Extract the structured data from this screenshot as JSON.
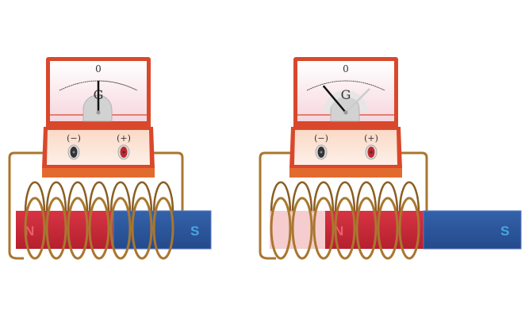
{
  "panels": [
    {
      "meter": {
        "zero_label": "0",
        "g_label": "G",
        "neg_label": "(−)",
        "pos_label": "(+)",
        "needle_deflection_deg": 0
      },
      "magnet": {
        "north_label": "N",
        "south_label": "S",
        "ghost": false
      }
    },
    {
      "meter": {
        "zero_label": "0",
        "g_label": "G",
        "neg_label": "(−)",
        "pos_label": "(+)",
        "needle_deflection_deg": -40
      },
      "magnet": {
        "north_label": "N",
        "south_label": "S",
        "ghost": true
      }
    }
  ],
  "colors": {
    "case": "#d9482c",
    "wire": "#a9772f",
    "north": "#cf2a3a",
    "south": "#2e559e",
    "pole_text_n": "#e8606a",
    "pole_text_s": "#4aa6e0"
  }
}
